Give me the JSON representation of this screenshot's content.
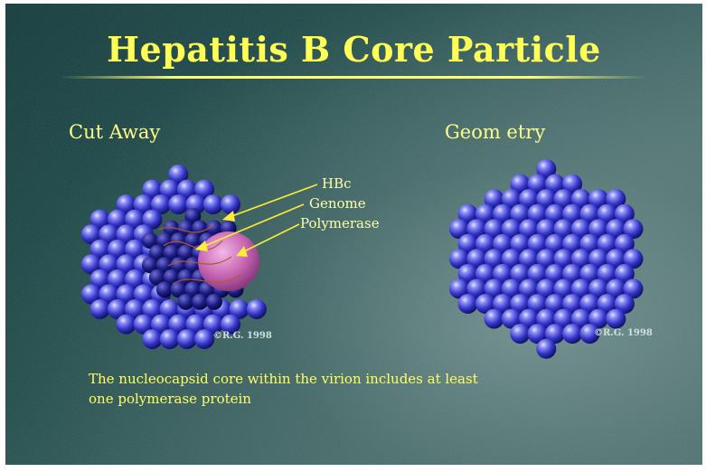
{
  "slide": {
    "title": "Hepatitis B Core Particle",
    "left_heading": "Cut Away",
    "right_heading": "Geom etry",
    "labels": {
      "hbc": "HBc",
      "genome": "Genome",
      "polymerase": "Polymerase"
    },
    "copyright_left": "©R.G. 1998",
    "copyright_right": "©R.G. 1998",
    "caption_line1": "The nucleocapsid core within the virion includes at least",
    "caption_line2": "one polymerase protein"
  },
  "colors": {
    "title": "#ffff55",
    "sphere": "#3a3ad8",
    "polymerase": "#d96fc0",
    "arrow": "#ffee33"
  }
}
